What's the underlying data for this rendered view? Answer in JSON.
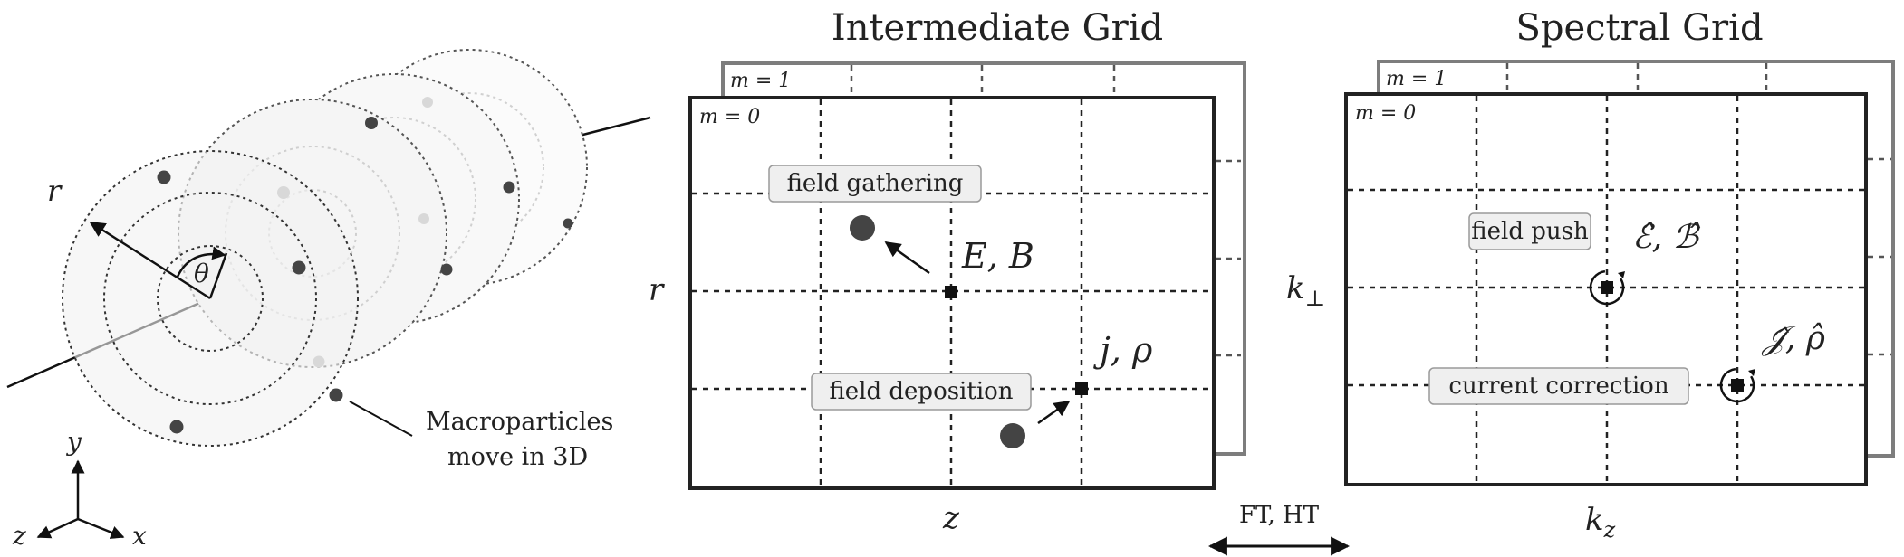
{
  "left_panel": {
    "axis_r": "r",
    "angle_theta": "θ",
    "callout": [
      "Macroparticles",
      "move in 3D"
    ],
    "axes": {
      "y": "y",
      "z": "z",
      "x": "x"
    }
  },
  "intermediate": {
    "title": "Intermediate Grid",
    "mode_back": "m = 1",
    "mode_front": "m = 0",
    "xlabel": "z",
    "ylabel": "r",
    "gather_label": "field gathering",
    "deposit_label": "field deposition",
    "eb_label": "E, B",
    "jrho_label": "j, ρ"
  },
  "transform": {
    "label": "FT, HT"
  },
  "spectral": {
    "title": "Spectral Grid",
    "mode_back": "m = 1",
    "mode_front": "m = 0",
    "xlabel_base": "k",
    "xlabel_sub": "z",
    "ylabel_base": "k",
    "ylabel_sub": "⊥",
    "push_label": "field push",
    "correction_label": "current correction",
    "eb_hat_label": "ℰ̂, ℬ̂",
    "jrho_hat_label": "𝒥̂, ρ̂"
  },
  "colors": {
    "frame": "#222222",
    "back_frame": "#7d7d7d",
    "particle_dark": "#444444",
    "particle_light": "#d8d8d8"
  }
}
